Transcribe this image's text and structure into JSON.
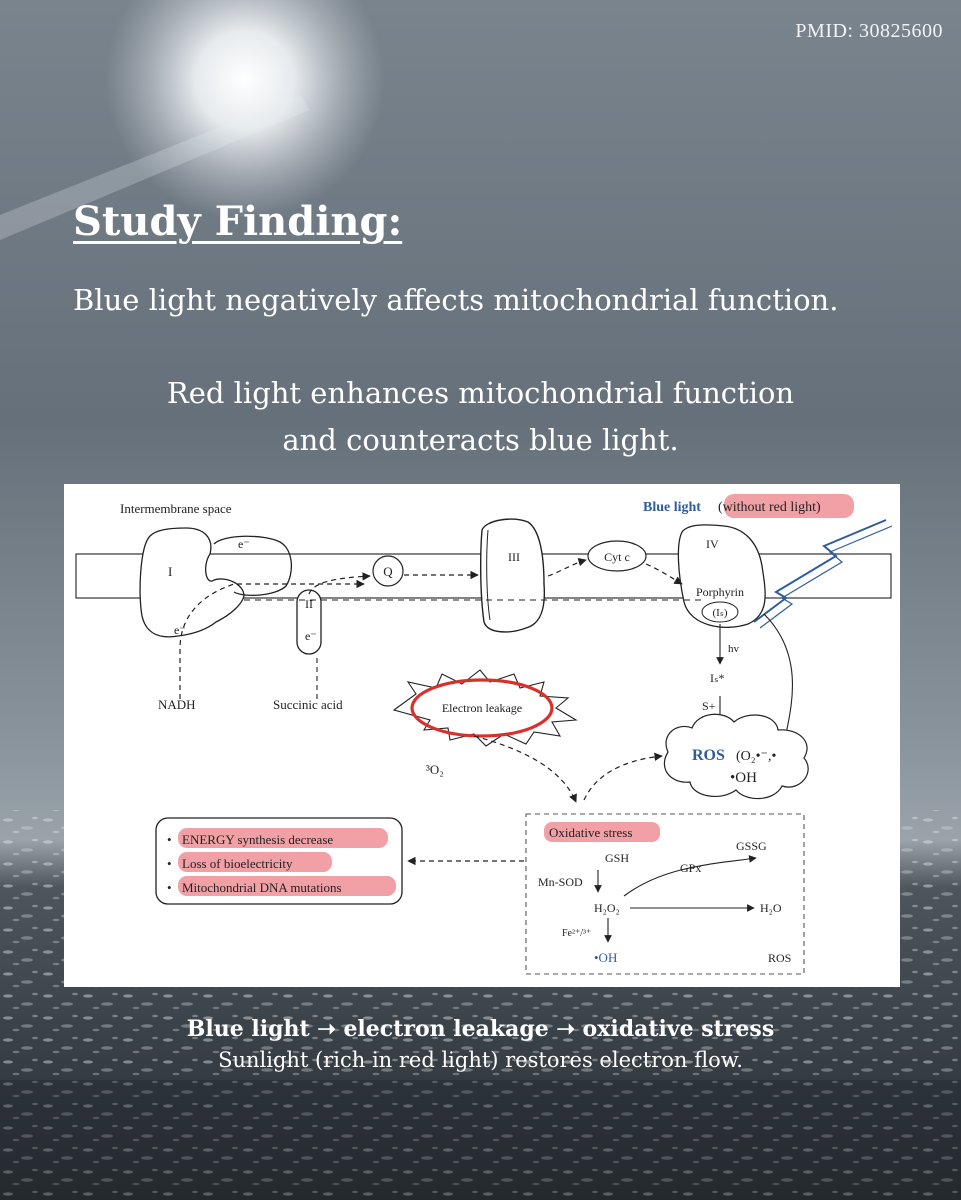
{
  "pmid": "PMID: 30825600",
  "heading": "Study Finding:",
  "finding1": "Blue light negatively affects mitochondrial function.",
  "finding2": [
    "Red light enhances mitochondrial function",
    "and counteracts blue light."
  ],
  "diagram": {
    "intermembrane_space": "Intermembrane space",
    "blue_light": "Blue light",
    "without_red_light": "(without red light)",
    "complex_1": "I",
    "complex_2": "II",
    "complex_3": "III",
    "complex_4": "IV",
    "e_minus": "e⁻",
    "q": "Q",
    "cyt_c": "Cyt c",
    "porphyrin": "Porphyrin",
    "porphyrin_is": "(Iₛ)",
    "hv": "hv",
    "is_star": "Iₛ*",
    "s_plus": "S+",
    "nadh": "NADH",
    "succinic_acid": "Succinic acid",
    "electron_leakage": "Electron leakage",
    "o2": "³O₂",
    "ros": "ROS",
    "ros_species": "(O₂•⁻,•",
    "ros_oh": "•OH",
    "effects": [
      "ENERGY synthesis decrease",
      "Loss of bioelectricity",
      "Mitochondrial DNA mutations"
    ],
    "oxidative_stress": "Oxidative stress",
    "gsh": "GSH",
    "gssg": "GSSG",
    "gpx": "GPx",
    "mn_sod": "Mn-SOD",
    "h2o2": "H₂O₂",
    "h2o": "H₂O",
    "fe": "Fe²⁺/³⁺",
    "oh_radical": "•OH",
    "ros_label": "ROS"
  },
  "caption": {
    "line1_a": "Blue light",
    "line1_b": "electron leakage",
    "line1_c": "oxidative stress",
    "arrow": "➝",
    "line2": "Sunlight (rich in red light) restores electron flow."
  },
  "colors": {
    "highlight": "#ef8f95",
    "leak_circle": "#d9302c",
    "blue_text": "#2f5d9b"
  }
}
